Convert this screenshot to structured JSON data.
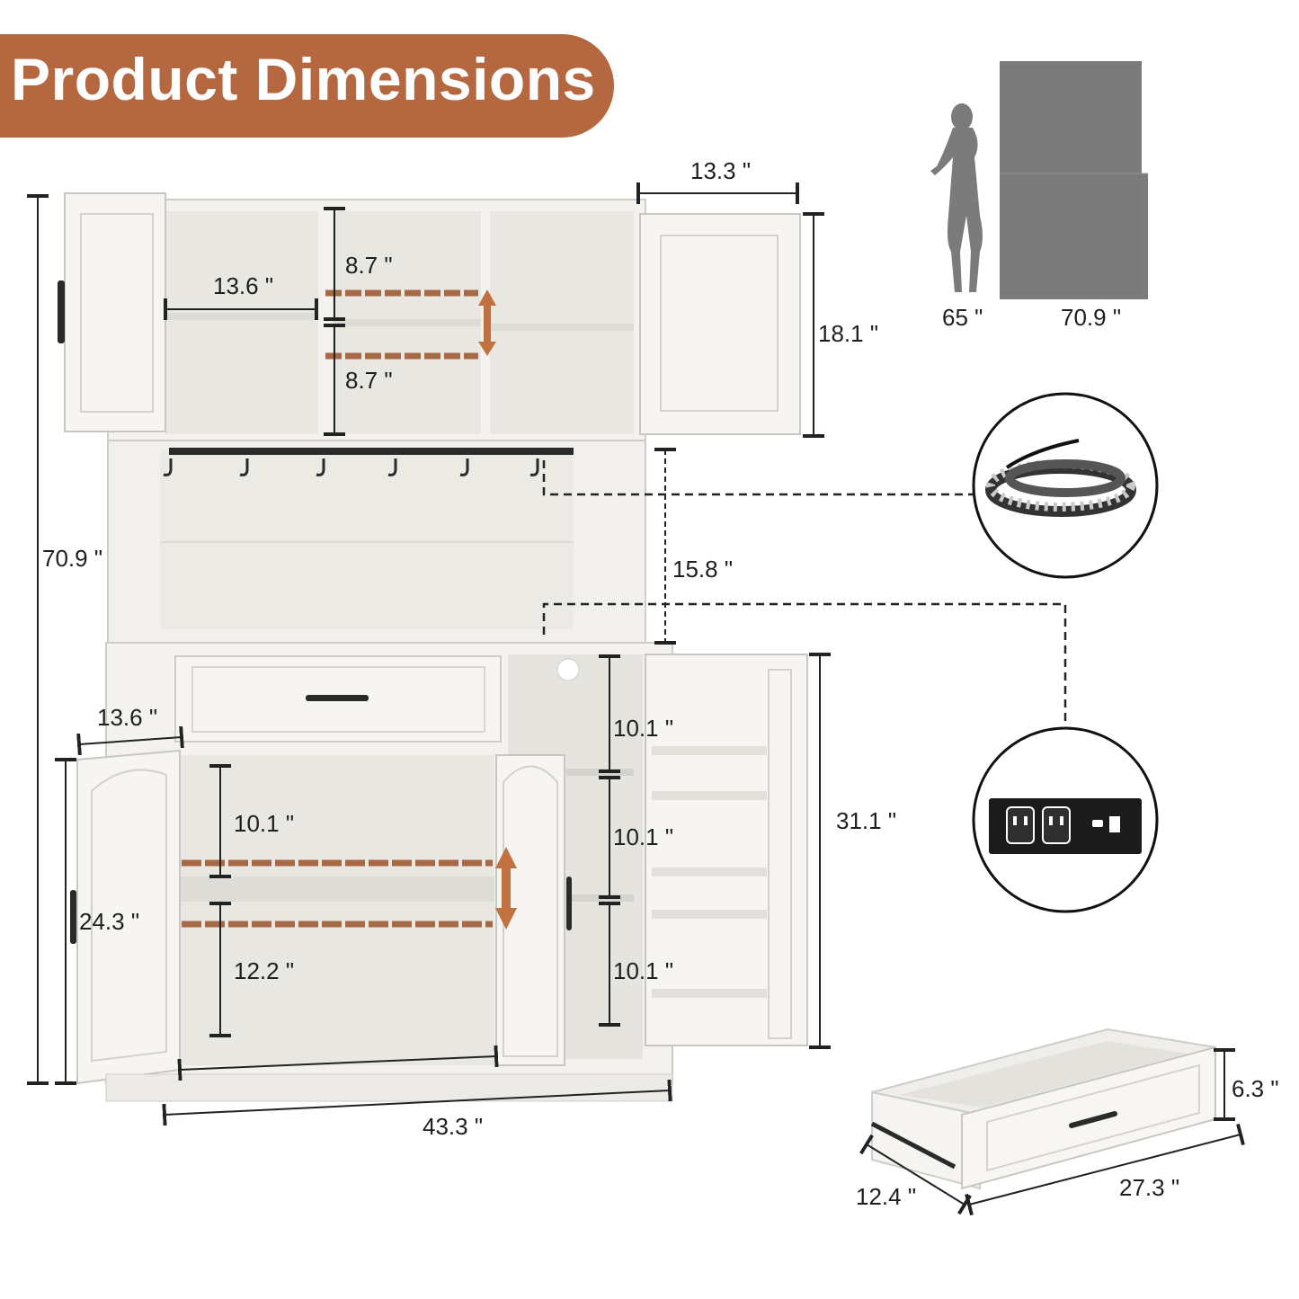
{
  "header": {
    "title": "Product Dimensions"
  },
  "colors": {
    "accent": "#b5673f",
    "silhouette": "#7b7b7b",
    "cabinet": "#f3f2ef",
    "shelf_marker": "#a56a45"
  },
  "icons": [
    "woman-silhouette-icon",
    "led-strip-icon",
    "power-outlet-icon",
    "up-down-arrow-icon"
  ],
  "dimensions": {
    "overall_height": "70.9 \"",
    "overall_width": "43.3 \"",
    "upper_depth": "13.3 \"",
    "upper_height": "18.1 \"",
    "upper_shelf_width": "13.6 \"",
    "upper_shelf_gap_top": "8.7 \"",
    "upper_shelf_gap_bottom": "8.7 \"",
    "hutch_height": "15.8 \"",
    "base_depth": "13.6 \"",
    "base_door_height": "24.3 \"",
    "base_shelf_gap_top": "10.1 \"",
    "base_shelf_gap_bottom": "12.2 \"",
    "side_shelf_gap_1": "10.1 \"",
    "side_shelf_gap_2": "10.1 \"",
    "side_shelf_gap_3": "10.1 \"",
    "side_cabinet_height": "31.1 \""
  },
  "size_comparison": {
    "person_height": "65 \"",
    "cabinet_height": "70.9 \""
  },
  "drawer": {
    "height": "6.3 \"",
    "depth": "12.4 \"",
    "width": "27.3 \""
  }
}
